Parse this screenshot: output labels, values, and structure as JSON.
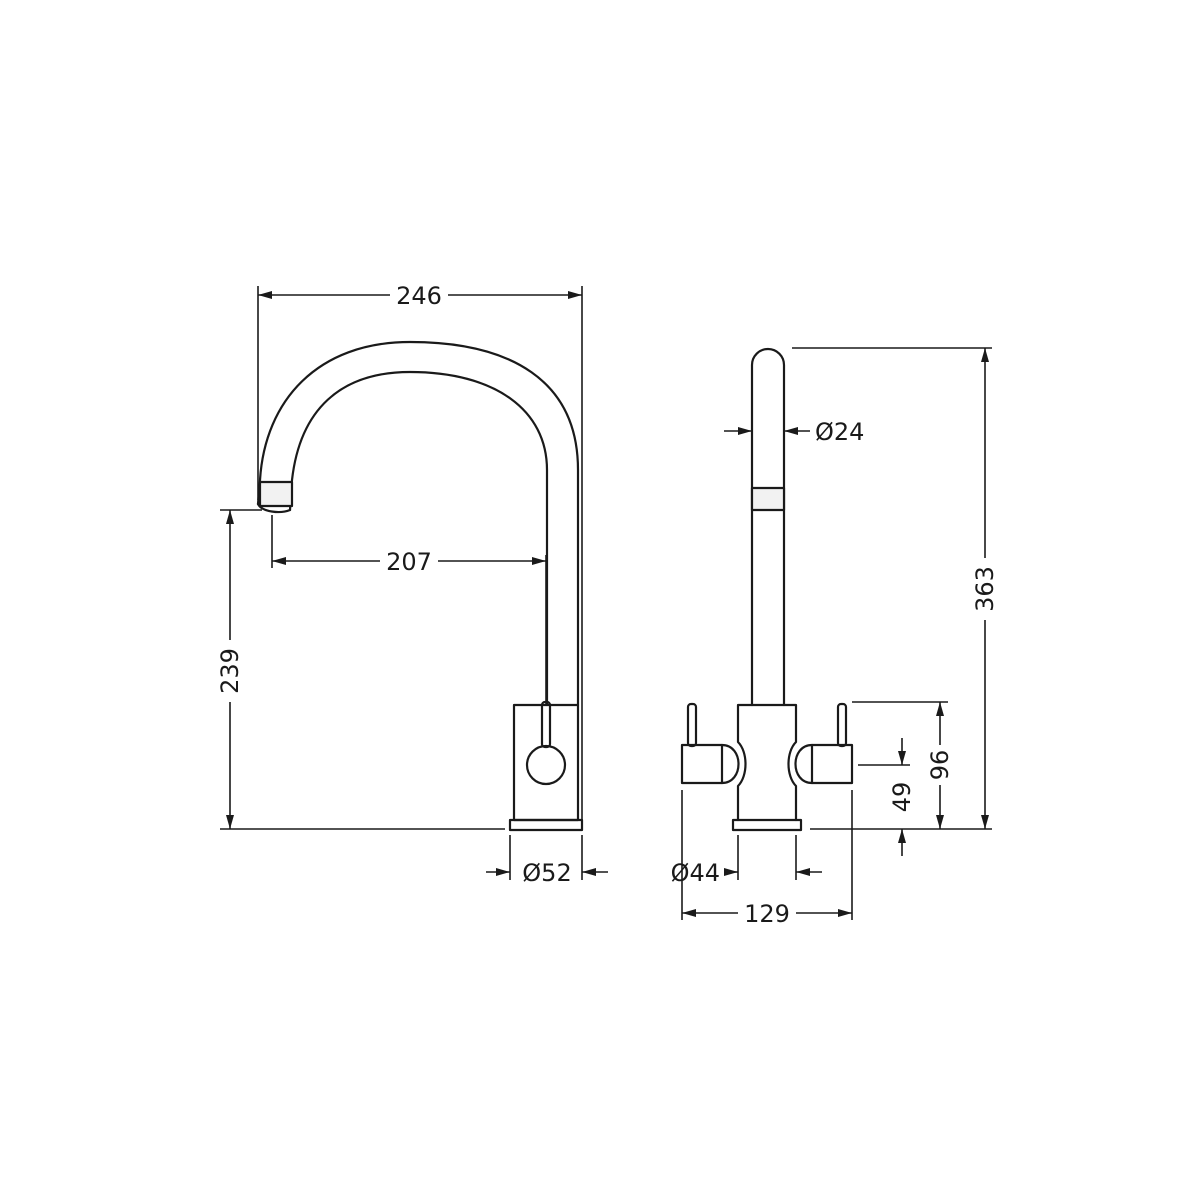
{
  "dimensions": {
    "side_width": "246",
    "side_reach": "207",
    "side_spout_height": "239",
    "side_base_diameter": "Ø52",
    "front_height": "363",
    "front_spout_diameter": "Ø24",
    "front_handle_height": "96",
    "front_body_height": "49",
    "front_base_diameter": "Ø44",
    "front_width": "129"
  },
  "colors": {
    "line": "#1a1a1a",
    "background": "#ffffff"
  }
}
